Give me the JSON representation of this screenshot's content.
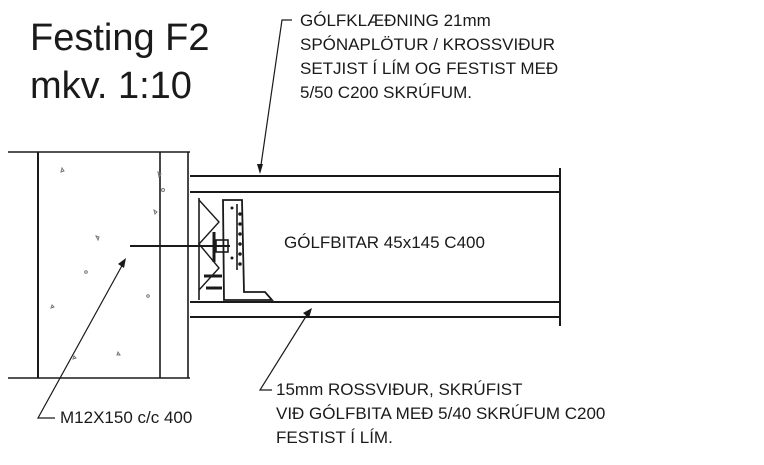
{
  "title": {
    "line1": "Festing F2",
    "line2": "mkv. 1:10"
  },
  "labels": {
    "floor_covering": [
      "GÓLFKLÆÐNING 21mm",
      "SPÓNAPLÖTUR / KROSSVIÐUR",
      "SETJIST Í LÍM OG FESTIST MEÐ",
      "5/50 C200 SKRÚFUM."
    ],
    "joists": "GÓLFBITAR 45x145 C400",
    "plywood": [
      "15mm ROSSVIÐUR, SKRÚFIST",
      "VIÐ GÓLFBITA MEÐ 5/40 SKRÚFUM C200",
      "FESTIST Í LÍM."
    ],
    "bolt": "M12X150 c/c 400"
  },
  "colors": {
    "line": "#1a1a1a",
    "background": "#ffffff"
  }
}
